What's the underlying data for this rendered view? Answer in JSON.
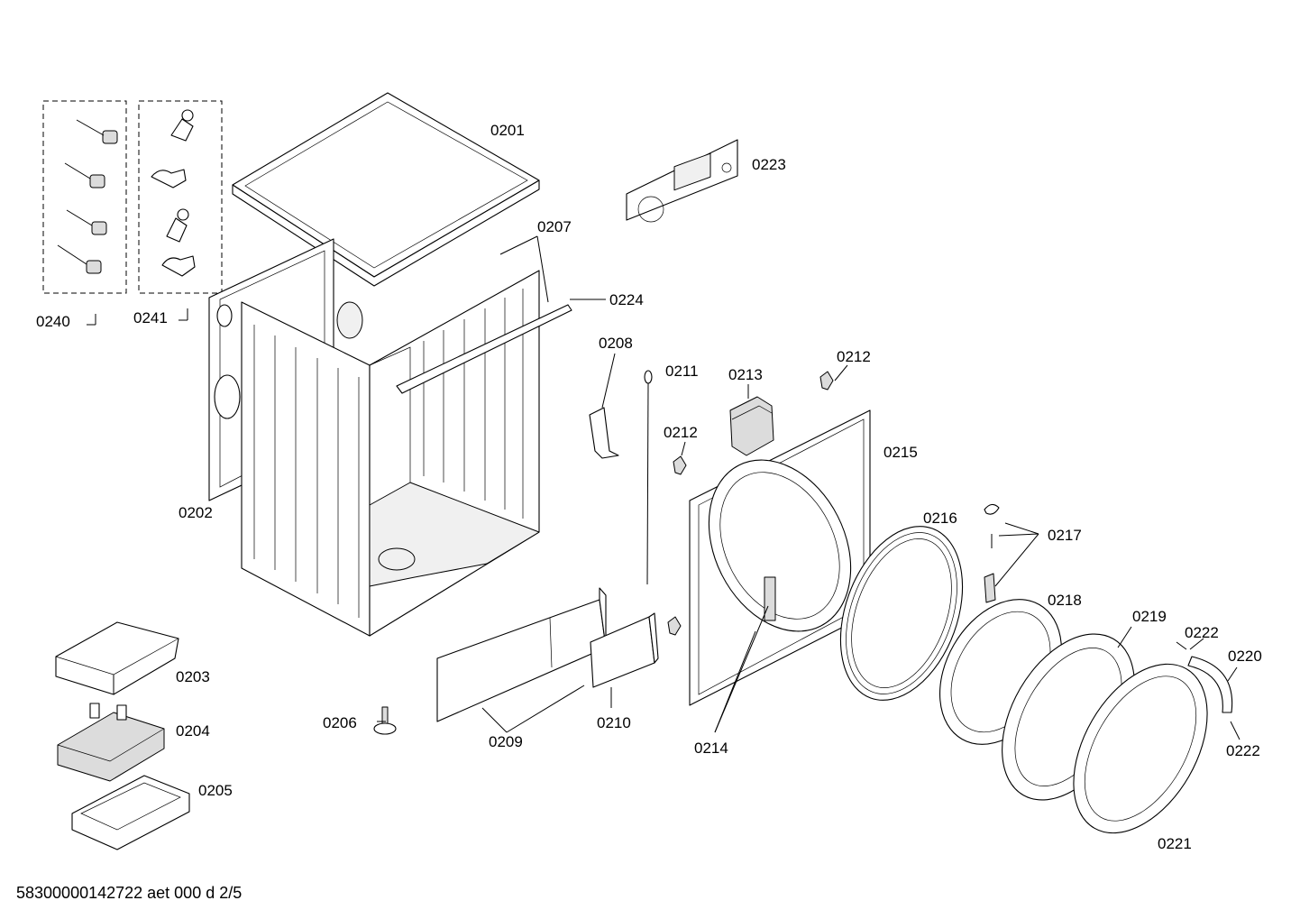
{
  "labels": {
    "l0201": "0201",
    "l0202": "0202",
    "l0203": "0203",
    "l0204": "0204",
    "l0205": "0205",
    "l0206": "0206",
    "l0207": "0207",
    "l0208": "0208",
    "l0209": "0209",
    "l0210": "0210",
    "l0211": "0211",
    "l0212a": "0212",
    "l0212b": "0212",
    "l0213": "0213",
    "l0214": "0214",
    "l0215": "0215",
    "l0216": "0216",
    "l0217": "0217",
    "l0218": "0218",
    "l0219": "0219",
    "l0220": "0220",
    "l0221": "0221",
    "l0222a": "0222",
    "l0222b": "0222",
    "l0223": "0223",
    "l0224": "0224",
    "l0240": "0240",
    "l0241": "0241"
  },
  "footer": "58300000142722 aet 000 d 2/5"
}
